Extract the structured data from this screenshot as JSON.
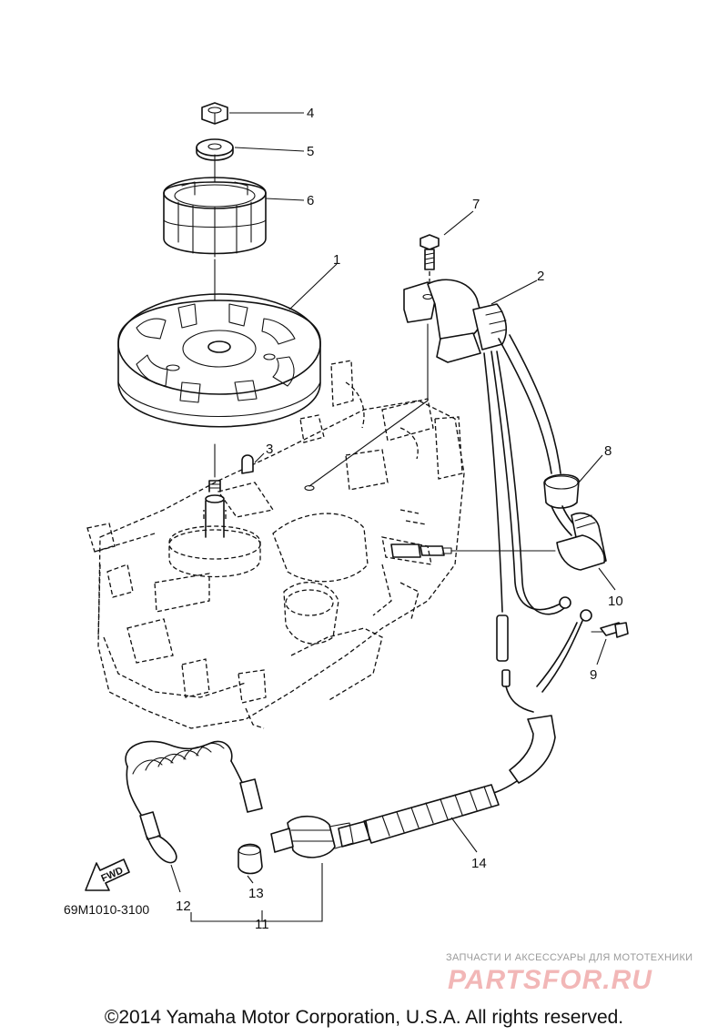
{
  "diagram": {
    "callouts": [
      {
        "id": "1",
        "label": "1"
      },
      {
        "id": "2",
        "label": "2"
      },
      {
        "id": "3",
        "label": "3"
      },
      {
        "id": "4",
        "label": "4"
      },
      {
        "id": "5",
        "label": "5"
      },
      {
        "id": "6",
        "label": "6"
      },
      {
        "id": "7",
        "label": "7"
      },
      {
        "id": "8",
        "label": "8"
      },
      {
        "id": "9",
        "label": "9"
      },
      {
        "id": "10",
        "label": "10"
      },
      {
        "id": "11",
        "label": "11"
      },
      {
        "id": "12",
        "label": "12"
      },
      {
        "id": "13",
        "label": "13"
      },
      {
        "id": "14",
        "label": "14"
      }
    ],
    "fwd_label": "FWD",
    "ref_code": "69M1010-3100"
  },
  "watermark": {
    "tagline": "ЗАПЧАСТИ И АКСЕССУАРЫ ДЛЯ МОТОТЕХНИКИ",
    "logo": "PARTSFOR.RU"
  },
  "footer": {
    "copyright": "©2014 Yamaha Motor Corporation, U.S.A. All rights reserved."
  }
}
